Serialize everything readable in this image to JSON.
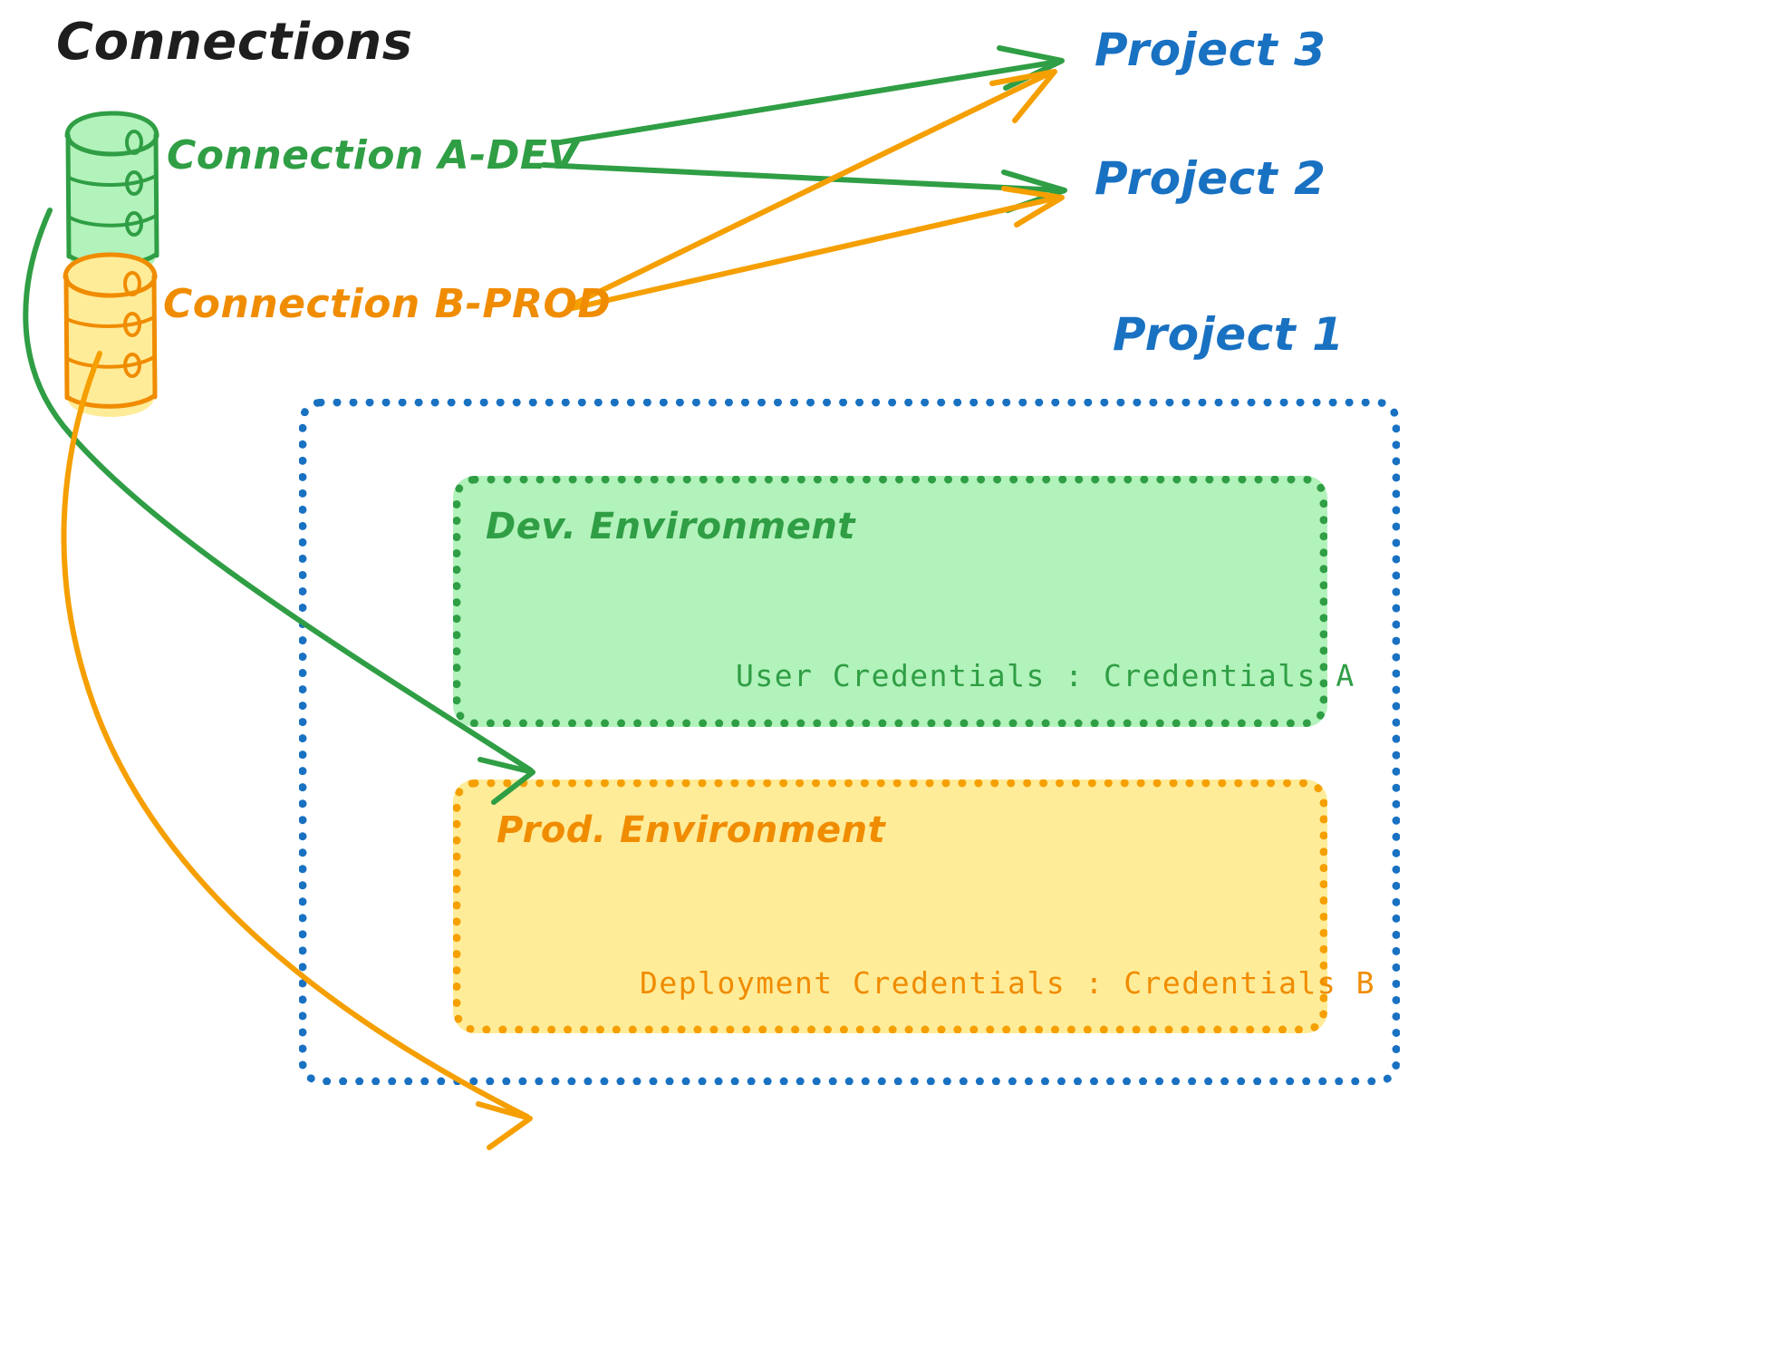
{
  "diagram": {
    "title": "Connections",
    "connections": [
      {
        "id": "a-dev",
        "label": "Connection A-DEV",
        "color": "#2f9e44",
        "icon": "database-cylinder-icon"
      },
      {
        "id": "b-prod",
        "label": "Connection B-PROD",
        "color": "#f08c00",
        "icon": "database-cylinder-icon"
      }
    ],
    "projects": [
      {
        "id": "project3",
        "label": "Project 3",
        "color": "#1971c2"
      },
      {
        "id": "project2",
        "label": "Project 2",
        "color": "#1971c2"
      },
      {
        "id": "project1",
        "label": "Project 1",
        "color": "#1971c2"
      }
    ],
    "environments": [
      {
        "id": "dev",
        "title": "Dev. Environment",
        "credentials_label": "User Credentials",
        "credentials_value": "Credentials A",
        "credentials_line": "User Credentials : Credentials A",
        "fill": "#b2f2bb",
        "stroke": "#2f9e44"
      },
      {
        "id": "prod",
        "title": "Prod. Environment",
        "credentials_label": "Deployment Credentials",
        "credentials_value": "Credentials B",
        "credentials_line": "Deployment Credentials : Credentials B",
        "fill": "#ffec99",
        "stroke": "#f59f00"
      }
    ],
    "edges": [
      {
        "id": "a-dev-to-project3",
        "from": "Connection A-DEV",
        "to": "Project 3",
        "color": "#2f9e44"
      },
      {
        "id": "a-dev-to-project2",
        "from": "Connection A-DEV",
        "to": "Project 2",
        "color": "#2f9e44"
      },
      {
        "id": "b-prod-to-project3",
        "from": "Connection B-PROD",
        "to": "Project 3",
        "color": "#f59f00"
      },
      {
        "id": "b-prod-to-project2",
        "from": "Connection B-PROD",
        "to": "Project 2",
        "color": "#f59f00"
      },
      {
        "id": "a-dev-to-dev-env",
        "from": "Connection A-DEV",
        "to": "Dev. Environment",
        "color": "#2f9e44"
      },
      {
        "id": "b-prod-to-prod-env",
        "from": "Connection B-PROD",
        "to": "Prod. Environment",
        "color": "#f59f00"
      }
    ],
    "colors": {
      "green": "#2f9e44",
      "green_fill": "#b2f2bb",
      "orange": "#f08c00",
      "orange_stroke": "#f59f00",
      "orange_fill": "#ffec99",
      "blue": "#1971c2",
      "ink": "#1e1e1e",
      "background": "#ffffff"
    }
  }
}
